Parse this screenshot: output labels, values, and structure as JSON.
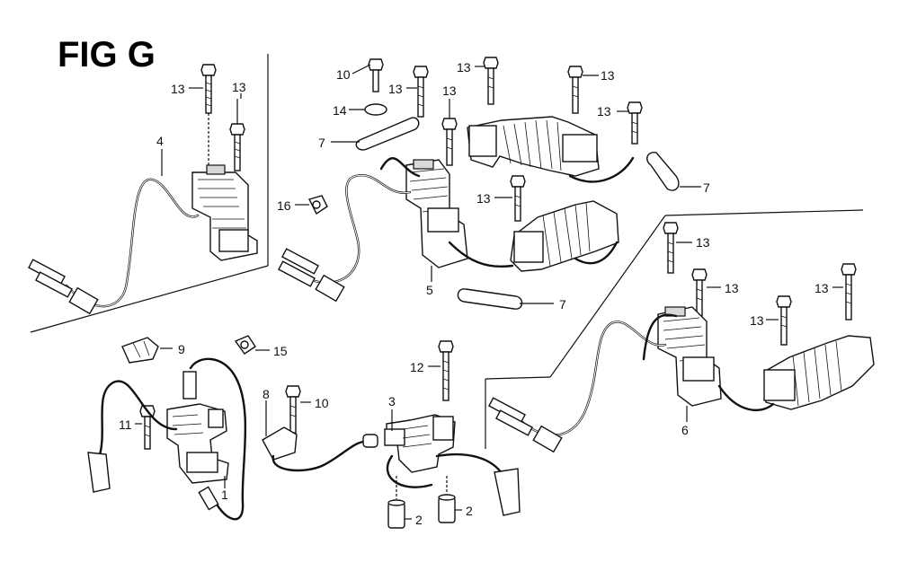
{
  "figure": {
    "title": "FIG G"
  },
  "callouts": [
    {
      "id": "c-13-a",
      "label": "13"
    },
    {
      "id": "c-13-b",
      "label": "13"
    },
    {
      "id": "c-4",
      "label": "4"
    },
    {
      "id": "c-10-a",
      "label": "10"
    },
    {
      "id": "c-13-c",
      "label": "13"
    },
    {
      "id": "c-13-d",
      "label": "13"
    },
    {
      "id": "c-13-e",
      "label": "13"
    },
    {
      "id": "c-13-f",
      "label": "13"
    },
    {
      "id": "c-14",
      "label": "14"
    },
    {
      "id": "c-13-g",
      "label": "13"
    },
    {
      "id": "c-7-a",
      "label": "7"
    },
    {
      "id": "c-7-b",
      "label": "7"
    },
    {
      "id": "c-16",
      "label": "16"
    },
    {
      "id": "c-13-h",
      "label": "13"
    },
    {
      "id": "c-5",
      "label": "5"
    },
    {
      "id": "c-7-c",
      "label": "7"
    },
    {
      "id": "c-13-i",
      "label": "13"
    },
    {
      "id": "c-13-j",
      "label": "13"
    },
    {
      "id": "c-13-k",
      "label": "13"
    },
    {
      "id": "c-13-l",
      "label": "13"
    },
    {
      "id": "c-9",
      "label": "9"
    },
    {
      "id": "c-15",
      "label": "15"
    },
    {
      "id": "c-12",
      "label": "12"
    },
    {
      "id": "c-8",
      "label": "8"
    },
    {
      "id": "c-10-b",
      "label": "10"
    },
    {
      "id": "c-3",
      "label": "3"
    },
    {
      "id": "c-11",
      "label": "11"
    },
    {
      "id": "c-6",
      "label": "6"
    },
    {
      "id": "c-1",
      "label": "1"
    },
    {
      "id": "c-2-a",
      "label": "2"
    },
    {
      "id": "c-2-b",
      "label": "2"
    }
  ]
}
